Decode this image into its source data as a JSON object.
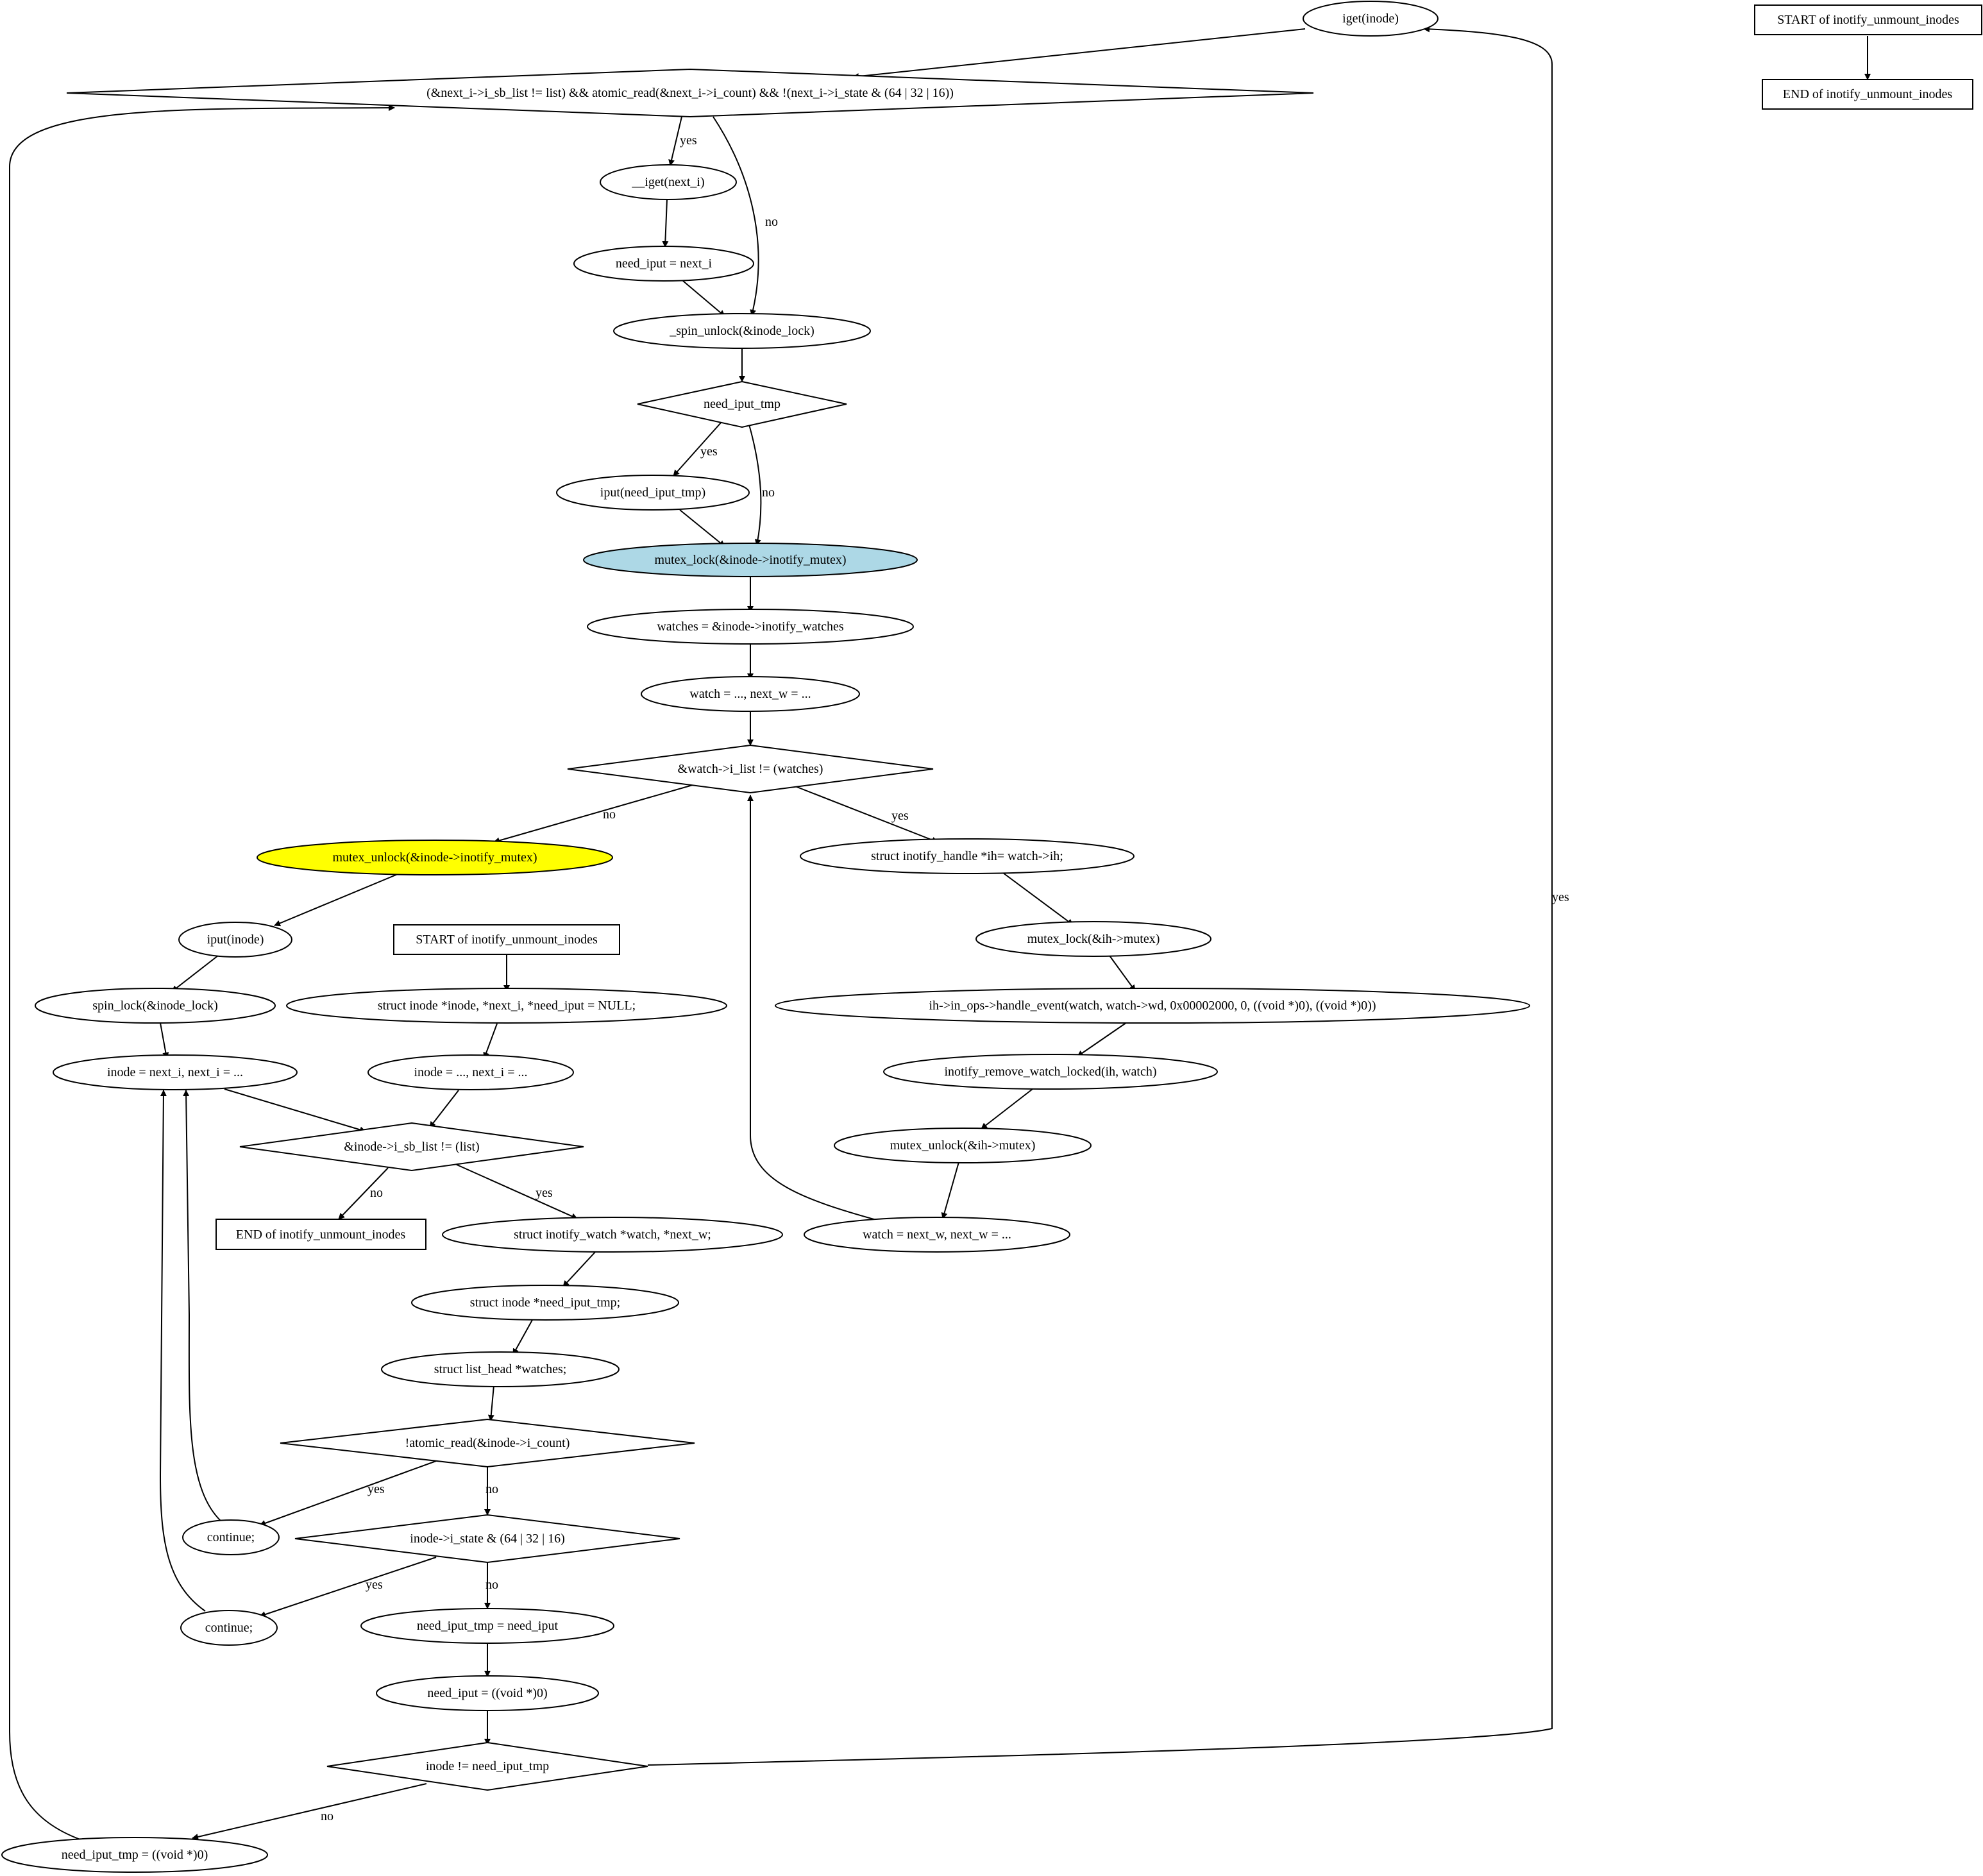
{
  "colors": {
    "highlight_blue": "#add8e6",
    "highlight_yellow": "#ffff00",
    "stroke": "#000000",
    "background": "#ffffff"
  },
  "nodes": {
    "iget_inode": "iget(inode)",
    "start_top": "START of inotify_unmount_inodes",
    "end_top": "END of inotify_unmount_inodes",
    "cond_next_i": "(&next_i->i_sb_list != list) && atomic_read(&next_i->i_count) && !(next_i->i_state & (64 | 32 | 16))",
    "iget_next_i": "__iget(next_i)",
    "need_iput_next_i": "need_iput = next_i",
    "spin_unlock": "_spin_unlock(&inode_lock)",
    "cond_need_iput_tmp": "need_iput_tmp",
    "iput_need_iput_tmp": "iput(need_iput_tmp)",
    "mutex_lock": "mutex_lock(&inode->inotify_mutex)",
    "watches_assign": "watches = &inode->inotify_watches",
    "watch_assign": "watch = ..., next_w = ...",
    "cond_watch_list": "&watch->i_list != (watches)",
    "mutex_unlock": "mutex_unlock(&inode->inotify_mutex)",
    "ih_assign": "struct inotify_handle *ih= watch->ih;",
    "mutex_lock_ih": "mutex_lock(&ih->mutex)",
    "handle_event": "ih->in_ops->handle_event(watch, watch->wd, 0x00002000, 0, ((void *)0), ((void *)0))",
    "remove_watch": "inotify_remove_watch_locked(ih, watch)",
    "mutex_unlock_ih": "mutex_unlock(&ih->mutex)",
    "watch_next": "watch = next_w, next_w = ...",
    "iput_inode": "iput(inode)",
    "start_mid": "START of inotify_unmount_inodes",
    "spin_lock": "spin_lock(&inode_lock)",
    "decl_inode": "struct inode *inode, *next_i, *need_iput = NULL;",
    "inode_next_i": "inode = next_i, next_i = ...",
    "inode_assign": "inode = ..., next_i = ...",
    "cond_sb_list": "&inode->i_sb_list != (list)",
    "end_mid": "END of inotify_unmount_inodes",
    "decl_watch": "struct inotify_watch *watch, *next_w;",
    "decl_need_iput_tmp": "struct inode *need_iput_tmp;",
    "decl_watches": "struct list_head *watches;",
    "cond_atomic_read": "!atomic_read(&inode->i_count)",
    "continue_1": "continue;",
    "cond_i_state": "inode->i_state & (64 | 32 | 16)",
    "continue_2": "continue;",
    "need_iput_tmp_assign": "need_iput_tmp = need_iput",
    "need_iput_null": "need_iput = ((void *)0)",
    "cond_inode_ne": "inode != need_iput_tmp",
    "need_iput_tmp_null": "need_iput_tmp = ((void *)0)"
  },
  "edge_labels": {
    "yes": "yes",
    "no": "no"
  }
}
